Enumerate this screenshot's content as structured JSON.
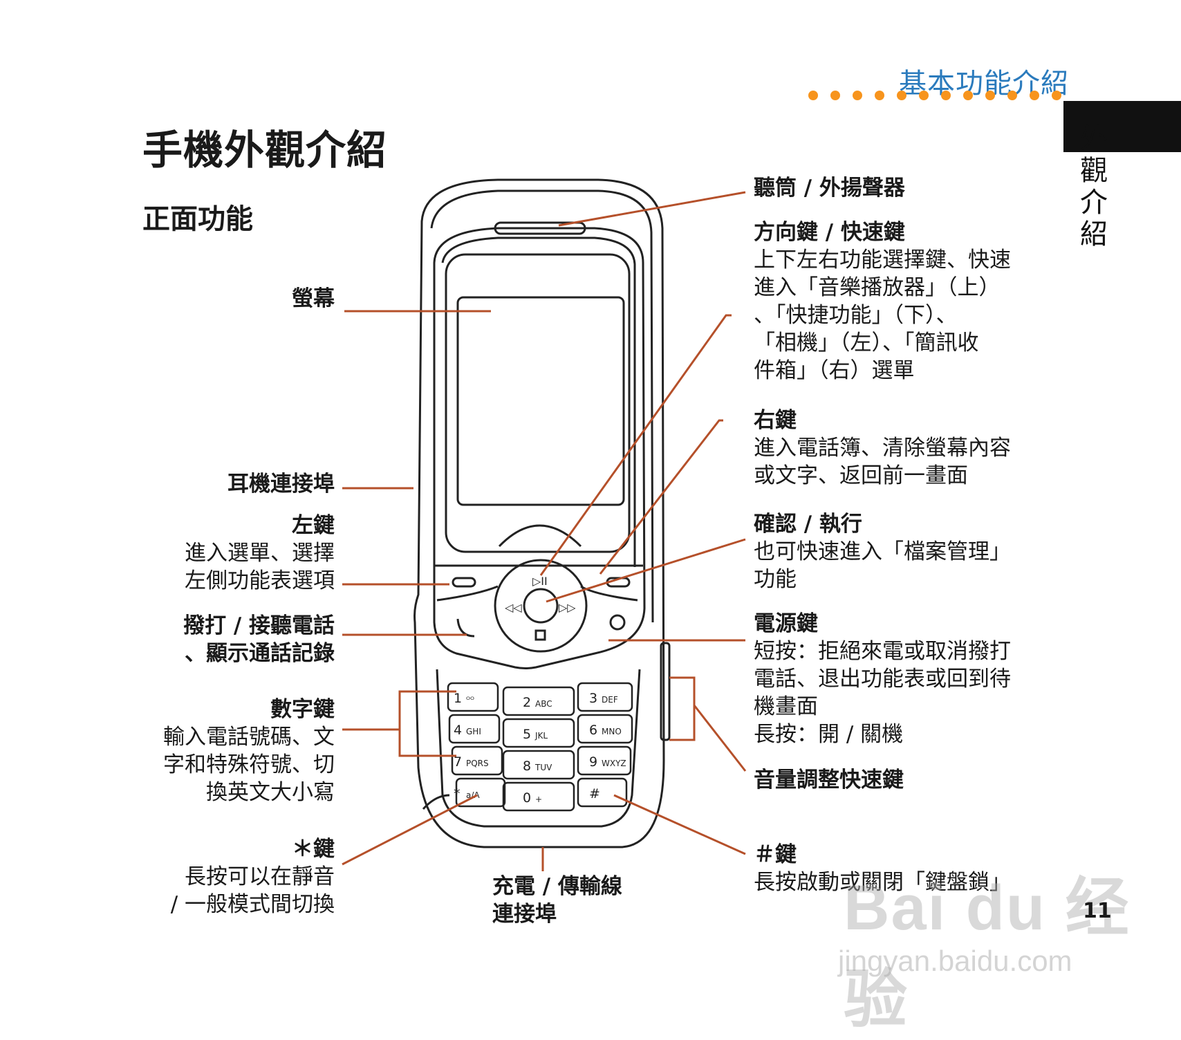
{
  "header": {
    "chapter_title": "基本功能介紹",
    "side_tab": "外觀介紹",
    "accent_color": "#f7941d",
    "title_color": "#2b7bbd"
  },
  "page": {
    "title": "手機外觀介紹",
    "section": "正面功能",
    "number": "11"
  },
  "leader_color": "#b5502a",
  "labels": {
    "screen": {
      "title": "螢幕"
    },
    "headset": {
      "title": "耳機連接埠"
    },
    "left_key": {
      "title": "左鍵",
      "desc": "進入選單、選擇\n左側功能表選項"
    },
    "call": {
      "title": "撥打 / 接聽電話\n、顯示通話記錄"
    },
    "number_keys": {
      "title": "數字鍵",
      "desc": "輸入電話號碼、文\n字和特殊符號、切\n換英文大小寫"
    },
    "star": {
      "title": "＊鍵",
      "desc": "長按可以在靜音\n/ 一般模式間切換"
    },
    "charger": {
      "title": "充電 / 傳輸線\n連接埠"
    },
    "earpiece": {
      "title": "聽筒 / 外揚聲器"
    },
    "nav": {
      "title": "方向鍵 / 快速鍵",
      "desc": "上下左右功能選擇鍵、快速\n進入「音樂播放器」（上）\n、「快捷功能」（下）、\n「相機」（左）、「簡訊收\n件箱」（右）選單"
    },
    "right_key": {
      "title": "右鍵",
      "desc": "進入電話簿、清除螢幕內容\n或文字、返回前一畫面"
    },
    "ok": {
      "title": "確認 / 執行",
      "desc": "也可快速進入「檔案管理」\n功能"
    },
    "power": {
      "title": "電源鍵",
      "desc": "短按：拒絕來電或取消撥打\n電話、退出功能表或回到待\n機畫面\n長按：開 / 關機"
    },
    "volume": {
      "title": "音量調整快速鍵"
    },
    "hash": {
      "title": "＃鍵",
      "desc": "長按啟動或關閉「鍵盤鎖」"
    }
  },
  "keypad": [
    {
      "digit": "1",
      "letters": "ᴼᴼ"
    },
    {
      "digit": "2",
      "letters": "ABC"
    },
    {
      "digit": "3",
      "letters": "DEF"
    },
    {
      "digit": "4",
      "letters": "GHI"
    },
    {
      "digit": "5",
      "letters": "JKL"
    },
    {
      "digit": "6",
      "letters": "MNO"
    },
    {
      "digit": "7",
      "letters": "PQRS"
    },
    {
      "digit": "8",
      "letters": "TUV"
    },
    {
      "digit": "9",
      "letters": "WXYZ"
    },
    {
      "digit": "*",
      "letters": "a/A"
    },
    {
      "digit": "0",
      "letters": "+"
    },
    {
      "digit": "#",
      "letters": ""
    }
  ],
  "watermark": {
    "brand": "Bai du 经验",
    "url": "jingyan.baidu.com"
  }
}
